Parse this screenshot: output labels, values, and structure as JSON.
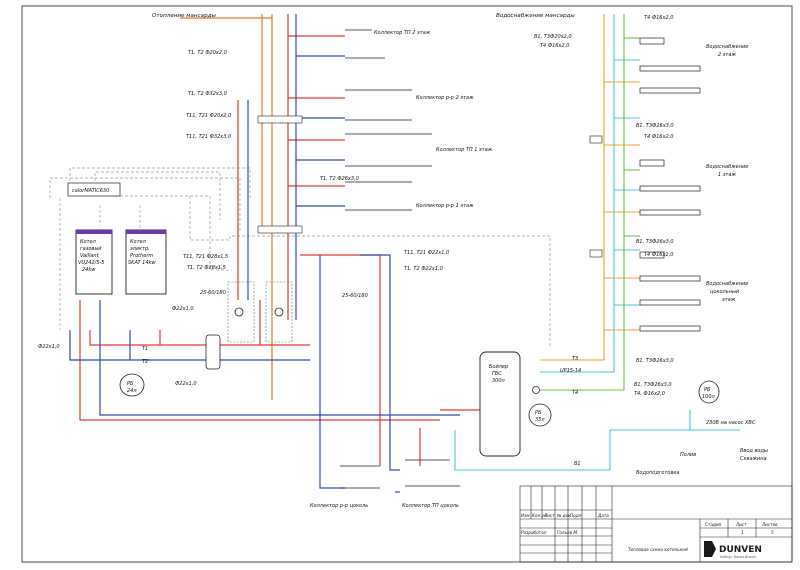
{
  "colors": {
    "supply": "#e0392f",
    "return": "#2f4fa8",
    "cold_water": "#45c8d8",
    "hot_water_supply": "#f0a020",
    "dhw_circulation": "#6ec13f",
    "heating_attic": "#e07a2a",
    "control_wire": "#8a8a8a"
  },
  "labels": {
    "heating_attic": "Отопление мансарды",
    "water_attic": "Водоснабжение мансарды",
    "pipe_t1t2_20": "Т1, Т2 Ф20х2,0",
    "pipe_t1t2_32": "Т1, Т2 Ф32х3,0",
    "pipe_t11t21_20": "Т11, Т21 Ф20х2,0",
    "pipe_t11t21_32": "Т11, Т21 Ф32х3,0",
    "pipe_t1t2_26": "Т1, Т2 Ф26х3,0",
    "pipe_t11t21_28": "Т11, Т21 Ф28х1,5",
    "pipe_t1t2_28": "Т1, Т2 Ф28х1,5",
    "pipe_t11t21_22": "Т11, Т21 Ф22х1,0",
    "pipe_t1t2_22": "Т1, Т2 Ф22х1,0",
    "pipe_22": "Ф22х1,0",
    "pipe_22b": "Ф22х1,0",
    "pipe_22c": "Ф22х1,0",
    "collector_tp2": "Коллектор ТП 2 этаж",
    "collector_rr2": "Коллектор р-р 2 этаж",
    "collector_tp1": "Коллектор ТП 1 этаж",
    "collector_rr1": "Коллектор р-р 1 этаж",
    "collector_rr_cokol": "Коллектор р-р цоколь",
    "collector_tp_cokol": "Коллектор ТП цоколь",
    "controller": "calorMATIC630",
    "boiler_gas": [
      "Котел",
      "газовый",
      "Vaillant",
      "VU242/5-5",
      "24kw"
    ],
    "boiler_el": [
      "Котел",
      "электр.",
      "Protherm",
      "SKAT 14kw"
    ],
    "pump1": "25-60/180",
    "pump2": "25-60/180",
    "t1": "Т1",
    "t2": "Т2",
    "exp_heating": [
      "РБ",
      "24л"
    ],
    "dhw_tank": [
      "Бойлер",
      "ГВС",
      "300л"
    ],
    "exp_dhw": [
      "РБ",
      "35л"
    ],
    "exp_cold": [
      "РБ",
      "100л"
    ],
    "up": "UP15-14",
    "t3": "Т3",
    "t4": "Т4",
    "b1": "В1",
    "pipe_b1t3_20": "В1, Т3Ф20х2,0",
    "pipe_t4_16": "Т4 Ф16х2,0",
    "pipe_t4_16b": "Т4 Ф16х2,0",
    "pipe_t4_16c": "Т4 Ф16х2,0",
    "pipe_t4_16d": "Т4 Ф16х2,0",
    "pipe_b1t3_26a": "В1, Т3Ф26х3,0",
    "pipe_b1t3_26b": "В1, Т3Ф26х3,0",
    "pipe_b1t3_26c": "В1, Т3Ф26х3,0",
    "pipe_b1t3_30": "В1, Т3Ф26х3,0",
    "pipe_t4_16_main": "Т4. Ф16х2,0",
    "water_2": [
      "Водоснабжение",
      "2 этаж"
    ],
    "water_1": [
      "Водоснабжение",
      "1 этаж"
    ],
    "water_cokol": [
      "Водоснабжение",
      "цокольный",
      "этаж"
    ],
    "pump_note": "230В на насос ХВС",
    "well": [
      "Ввод воды",
      "Скважина"
    ],
    "water_treatment": "Водоподготовка",
    "watering": "Полив"
  },
  "title_block": {
    "row_headers": [
      "Изм.",
      "Кол.уч",
      "Лист",
      "№ док.",
      "Подп.",
      "Дата"
    ],
    "developed": "Разработал",
    "developer": "Гольев М.",
    "col_stage": "Стадия",
    "col_sheet": "Лист",
    "col_sheets": "Листов",
    "sheet": "1",
    "sheets": "5",
    "title": "Тепловая схема котельной",
    "company": "DUNVEN",
    "tagline": "Inženýr- Biznes-Branch"
  }
}
